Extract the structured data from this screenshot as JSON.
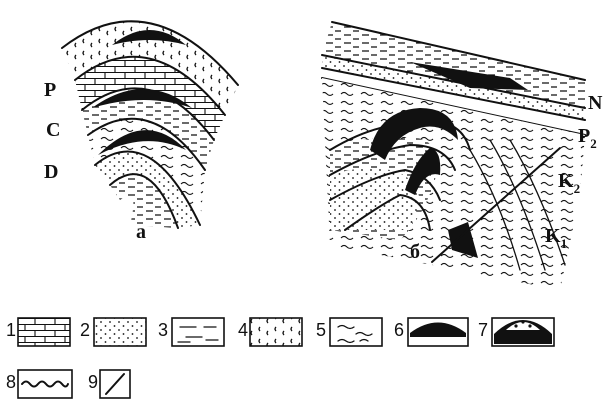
{
  "figure": {
    "panel_a": {
      "label": "а",
      "strata": [
        "P",
        "C",
        "D"
      ]
    },
    "panel_b": {
      "label": "б",
      "strata": [
        {
          "base": "N",
          "sub": ""
        },
        {
          "base": "P",
          "sub": "2"
        },
        {
          "base": "K",
          "sub": "2"
        },
        {
          "base": "K",
          "sub": "1"
        }
      ]
    },
    "legend": [
      {
        "num": "1",
        "pattern": "brick-limestone-icon"
      },
      {
        "num": "2",
        "pattern": "dotted-sandstone-icon"
      },
      {
        "num": "3",
        "pattern": "dashed-shale-icon"
      },
      {
        "num": "4",
        "pattern": "crescent-shell-icon"
      },
      {
        "num": "5",
        "pattern": "wavy-clay-icon"
      },
      {
        "num": "6",
        "pattern": "black-lens-icon"
      },
      {
        "num": "7",
        "pattern": "black-lens-dotted-cap-icon"
      },
      {
        "num": "8",
        "pattern": "wavy-contact-line-icon"
      },
      {
        "num": "9",
        "pattern": "fault-line-icon"
      }
    ]
  }
}
